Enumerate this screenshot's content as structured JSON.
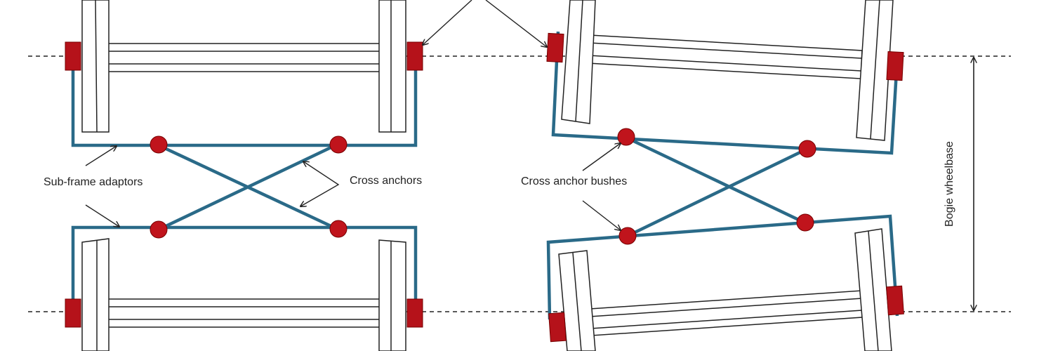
{
  "labels": {
    "sub_frame_adaptors": "Sub-frame adaptors",
    "cross_anchors": "Cross anchors",
    "cross_anchor_bushes": "Cross anchor bushes",
    "bogie_wheelbase": "Bogie wheelbase"
  },
  "colors": {
    "frame": "#2a6a88",
    "bush": "#c0141c",
    "axlebox": "#b5121a",
    "outline": "#222222"
  }
}
